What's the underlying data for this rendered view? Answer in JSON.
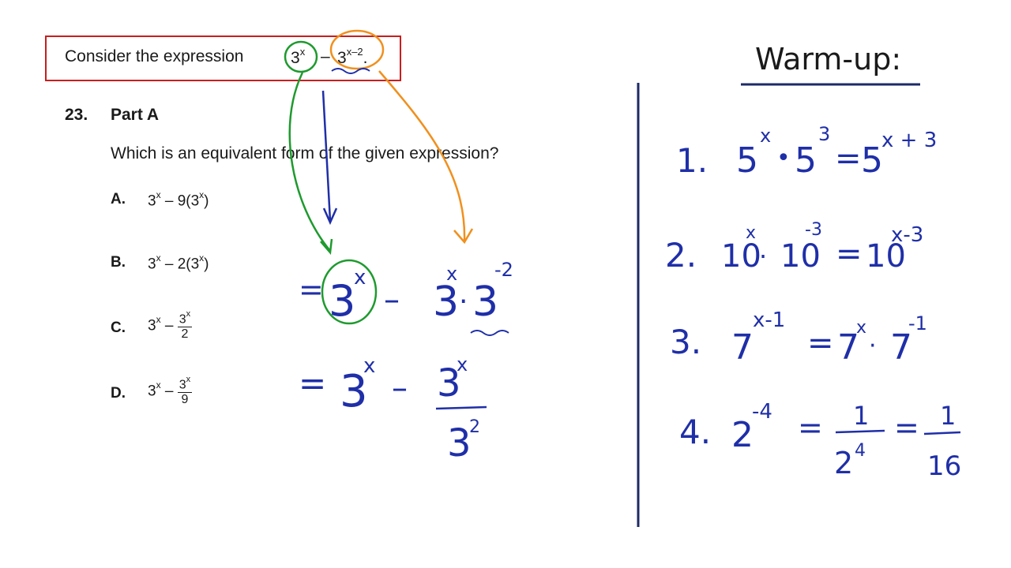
{
  "problem": {
    "prompt_prefix": "Consider the expression",
    "base_1": "3",
    "exp_1": "x",
    "minus": "–",
    "base_2": "3",
    "exp_2": "x–2",
    "period": "."
  },
  "question": {
    "number": "23.",
    "part": "Part A",
    "stem": "Which is an equivalent form of the given expression?"
  },
  "options": [
    {
      "letter": "A.",
      "base": "3",
      "exp": "x",
      "tail": "– 9(3",
      "tail_exp": "x",
      "close": ")"
    },
    {
      "letter": "B.",
      "base": "3",
      "exp": "x",
      "tail": "– 2(3",
      "tail_exp": "x",
      "close": ")"
    },
    {
      "letter": "C.",
      "base": "3",
      "exp": "x",
      "minus": "–",
      "num_base": "3",
      "num_exp": "x",
      "den": "2"
    },
    {
      "letter": "D.",
      "base": "3",
      "exp": "x",
      "minus": "–",
      "num_base": "3",
      "num_exp": "x",
      "den": "9"
    }
  ],
  "work": {
    "line1": {
      "eq": "=",
      "b1": "3",
      "e1": "x",
      "minus": "–",
      "b2": "3",
      "e2": "x",
      "dot": "·",
      "b3": "3",
      "e3": "-2"
    },
    "line2": {
      "eq": "=",
      "b1": "3",
      "e1": "x",
      "minus": "–",
      "num_b": "3",
      "num_e": "x",
      "den_b": "3",
      "den_e": "2"
    }
  },
  "warmup": {
    "title": "Warm-up:",
    "items": [
      {
        "num": "1.",
        "a": "5",
        "ae": "x",
        "op": "•",
        "b": "5",
        "be": "3",
        "eq": "=",
        "c": "5",
        "ce": "x + 3"
      },
      {
        "num": "2.",
        "a": "10",
        "ae": "x",
        "op": "·",
        "b": "10",
        "be": "-3",
        "eq": "=",
        "c": "10",
        "ce": "x-3"
      },
      {
        "num": "3.",
        "a": "7",
        "ae": "x-1",
        "eq": "=",
        "b": "7",
        "be": "x",
        "op": "·",
        "c": "7",
        "ce": "-1"
      },
      {
        "num": "4.",
        "a": "2",
        "ae": "-4",
        "eq": "=",
        "f1n": "1",
        "f1d": "2",
        "f1de": "4",
        "eq2": "=",
        "f2n": "1",
        "f2d": "16"
      }
    ]
  },
  "colors": {
    "box": "#c81e1e",
    "ink_blue": "#1f2fa8",
    "ink_green": "#1e9a2e",
    "ink_orange": "#f0901e",
    "divider": "#1c2a66"
  }
}
